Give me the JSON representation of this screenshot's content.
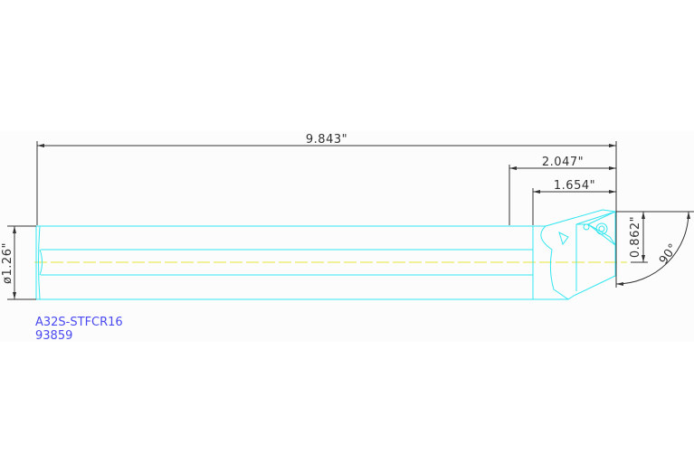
{
  "drawing": {
    "dimensions": {
      "overall_length": "9.843\"",
      "head_length_a": "2.047\"",
      "head_length_b": "1.654\"",
      "offset": "0.862\"",
      "shank_diameter": "ø1.26\"",
      "angle": "90°"
    },
    "part_number": "A32S-STFCR16",
    "item_number": "93859"
  },
  "colors": {
    "geometry": "#33e6f0",
    "dimension": "#333333",
    "centerline": "#e6e63a",
    "label": "#4a4af0"
  }
}
